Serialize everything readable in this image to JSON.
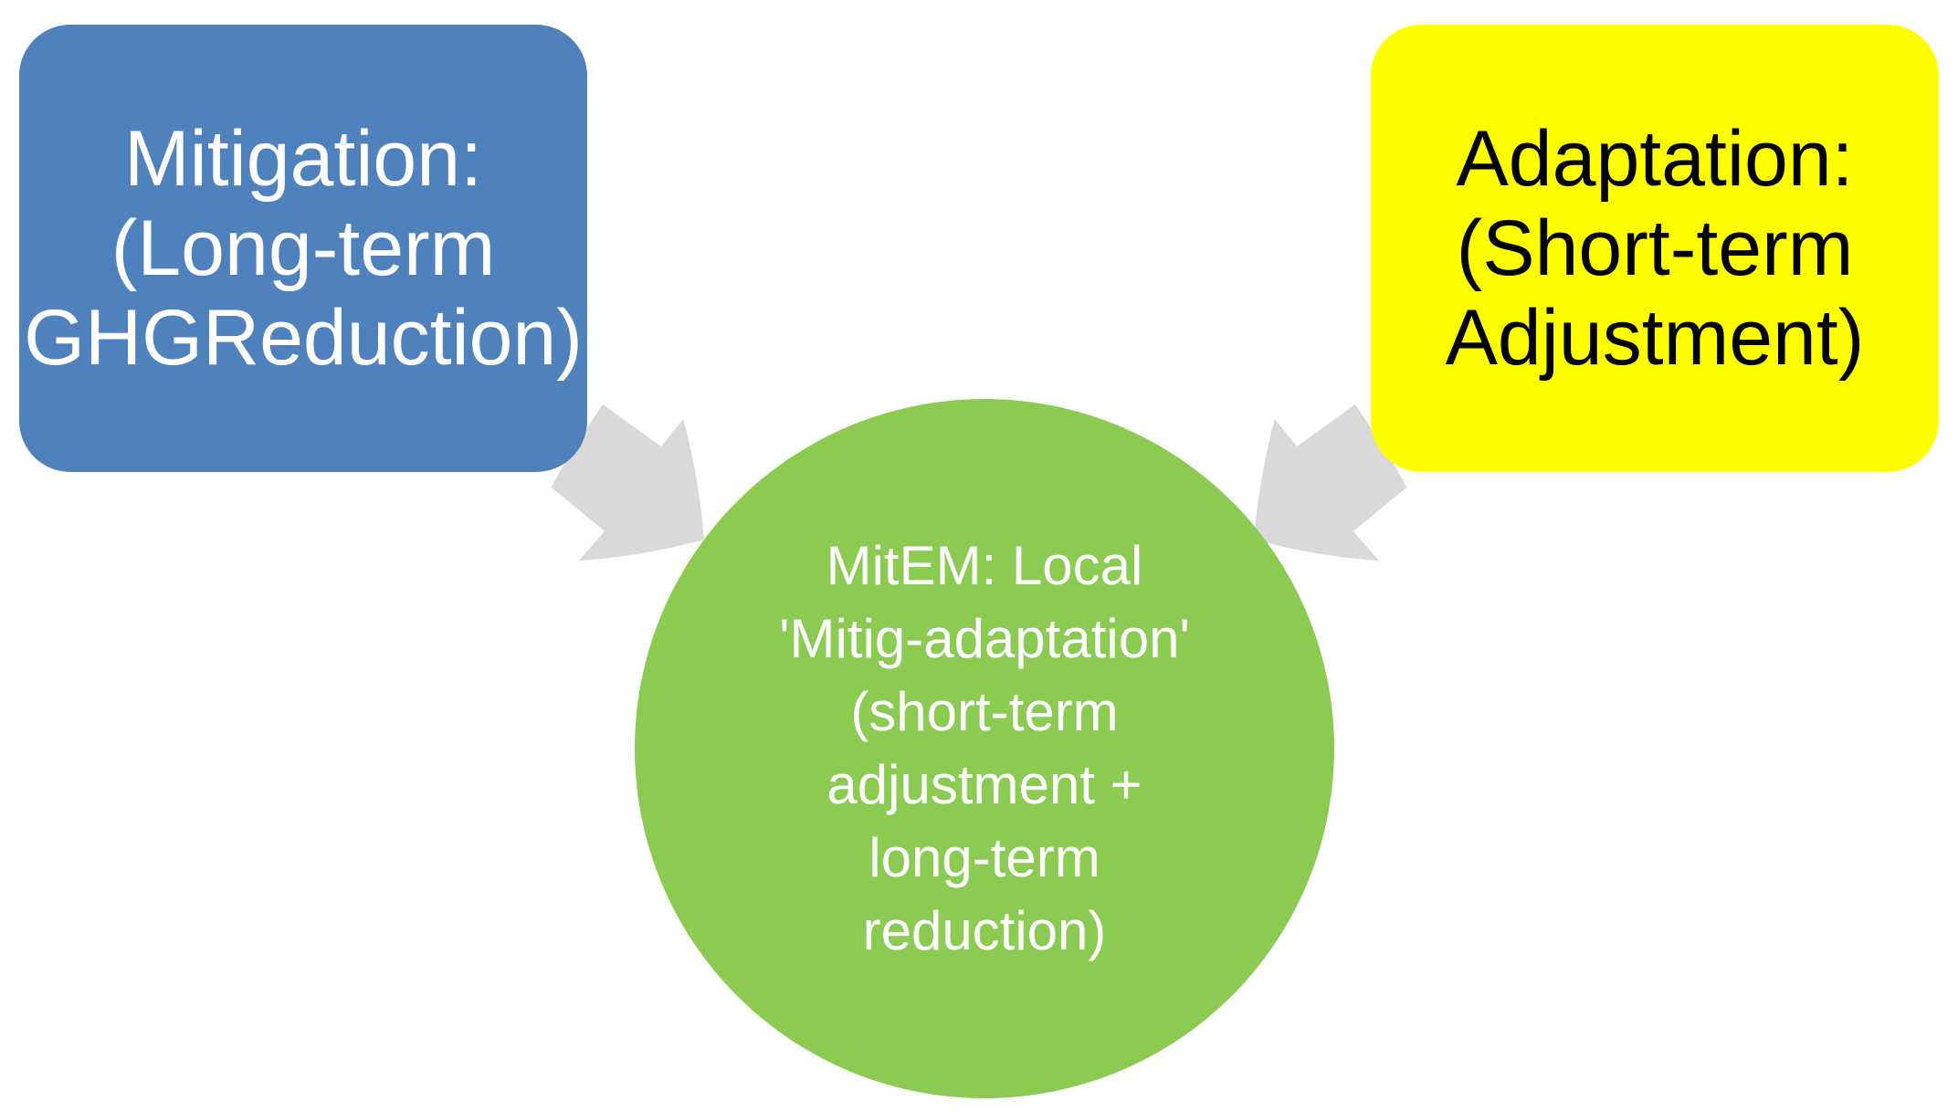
{
  "diagram": {
    "background_color": "#FFFFFF",
    "arrow_color": "#D9D9D9",
    "nodes": {
      "mitigation": {
        "shape": "rounded-rectangle",
        "fill_color": "#4F81BD",
        "text_color": "#FFFFFF",
        "lines": [
          "Mitigation:",
          "(Long-term",
          "GHGReduction)"
        ]
      },
      "adaptation": {
        "shape": "rounded-rectangle",
        "fill_color": "#FFFF00",
        "text_color": "#000000",
        "lines": [
          "Adaptation:",
          "(Short-term",
          "Adjustment)"
        ]
      },
      "mitem": {
        "shape": "circle",
        "fill_color": "#8BCB52",
        "text_color": "#FFFFFF",
        "lines": [
          "MitEM: Local",
          "'Mitig-adaptation'",
          "(short-term",
          "adjustment +",
          "long-term",
          "reduction)"
        ]
      }
    },
    "connections": [
      {
        "from": "mitigation",
        "to": "mitem",
        "style": "thick-notched-arrow"
      },
      {
        "from": "adaptation",
        "to": "mitem",
        "style": "thick-notched-arrow"
      }
    ]
  }
}
